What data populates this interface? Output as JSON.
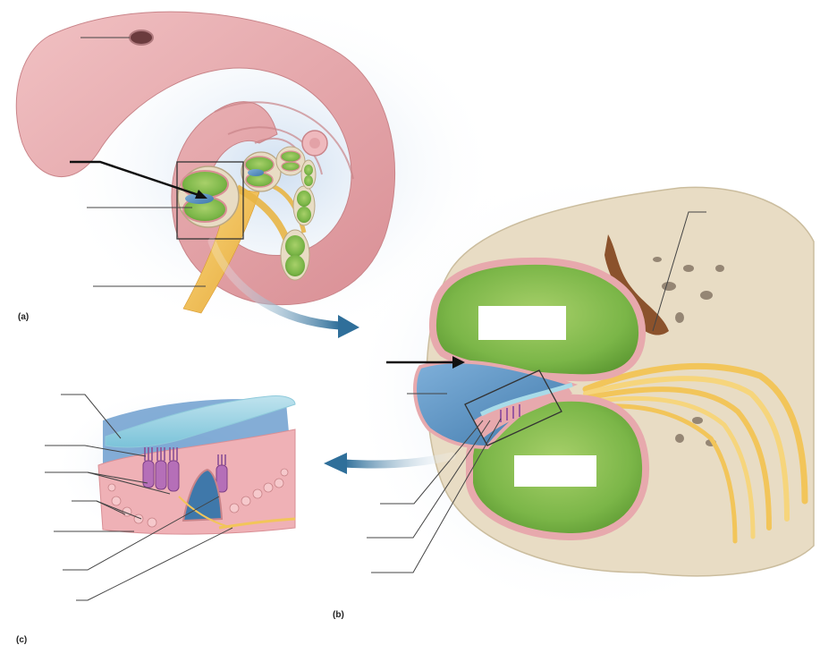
{
  "panels": {
    "a": "(a)",
    "b": "(b)",
    "c": "(c)"
  },
  "colors": {
    "cochlea_pink": "#e7a9ad",
    "perilymph_green": "#7bb648",
    "endolymph_blue": "#4f8cc0",
    "nerve_yellow": "#f2c55a",
    "bone_beige": "#e8dcc4",
    "arrow_blue": "#2f6f9a",
    "leader_line": "#333333"
  }
}
